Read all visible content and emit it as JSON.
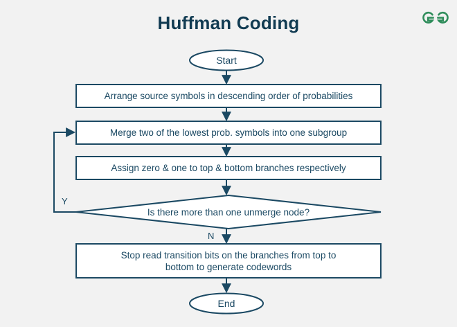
{
  "page": {
    "title": "Huffman Coding",
    "background_color": "#f2f2f2",
    "stroke_color": "#1b4963",
    "node_fill": "#ffffff",
    "text_color": "#1b4963",
    "title_color": "#113b52",
    "brand_color": "#2f8d5b"
  },
  "brand": {
    "logo_name": "geeksforgeeks-logo",
    "alt": "gfg"
  },
  "flowchart": {
    "type": "flowchart",
    "nodes": [
      {
        "id": "start",
        "shape": "ellipse",
        "label": "Start"
      },
      {
        "id": "arrange",
        "shape": "rectangle",
        "label": "Arrange source symbols in descending order of probabilities"
      },
      {
        "id": "merge",
        "shape": "rectangle",
        "label": "Merge two of the lowest prob. symbols into one subgroup"
      },
      {
        "id": "assign",
        "shape": "rectangle",
        "label": "Assign zero & one to top & bottom branches respectively"
      },
      {
        "id": "decision",
        "shape": "diamond",
        "label": "Is there more than one unmerge node?"
      },
      {
        "id": "stop",
        "shape": "rectangle",
        "label_line1": "Stop read transition bits on the branches from top to",
        "label_line2": "bottom to generate codewords"
      },
      {
        "id": "end",
        "shape": "ellipse",
        "label": "End"
      }
    ],
    "edges": [
      {
        "from": "start",
        "to": "arrange",
        "label": ""
      },
      {
        "from": "arrange",
        "to": "merge",
        "label": ""
      },
      {
        "from": "merge",
        "to": "assign",
        "label": ""
      },
      {
        "from": "assign",
        "to": "decision",
        "label": ""
      },
      {
        "from": "decision",
        "to": "merge",
        "label": "Y"
      },
      {
        "from": "decision",
        "to": "stop",
        "label": "N"
      },
      {
        "from": "stop",
        "to": "end",
        "label": ""
      }
    ],
    "labels": {
      "yes": "Y",
      "no": "N"
    }
  }
}
